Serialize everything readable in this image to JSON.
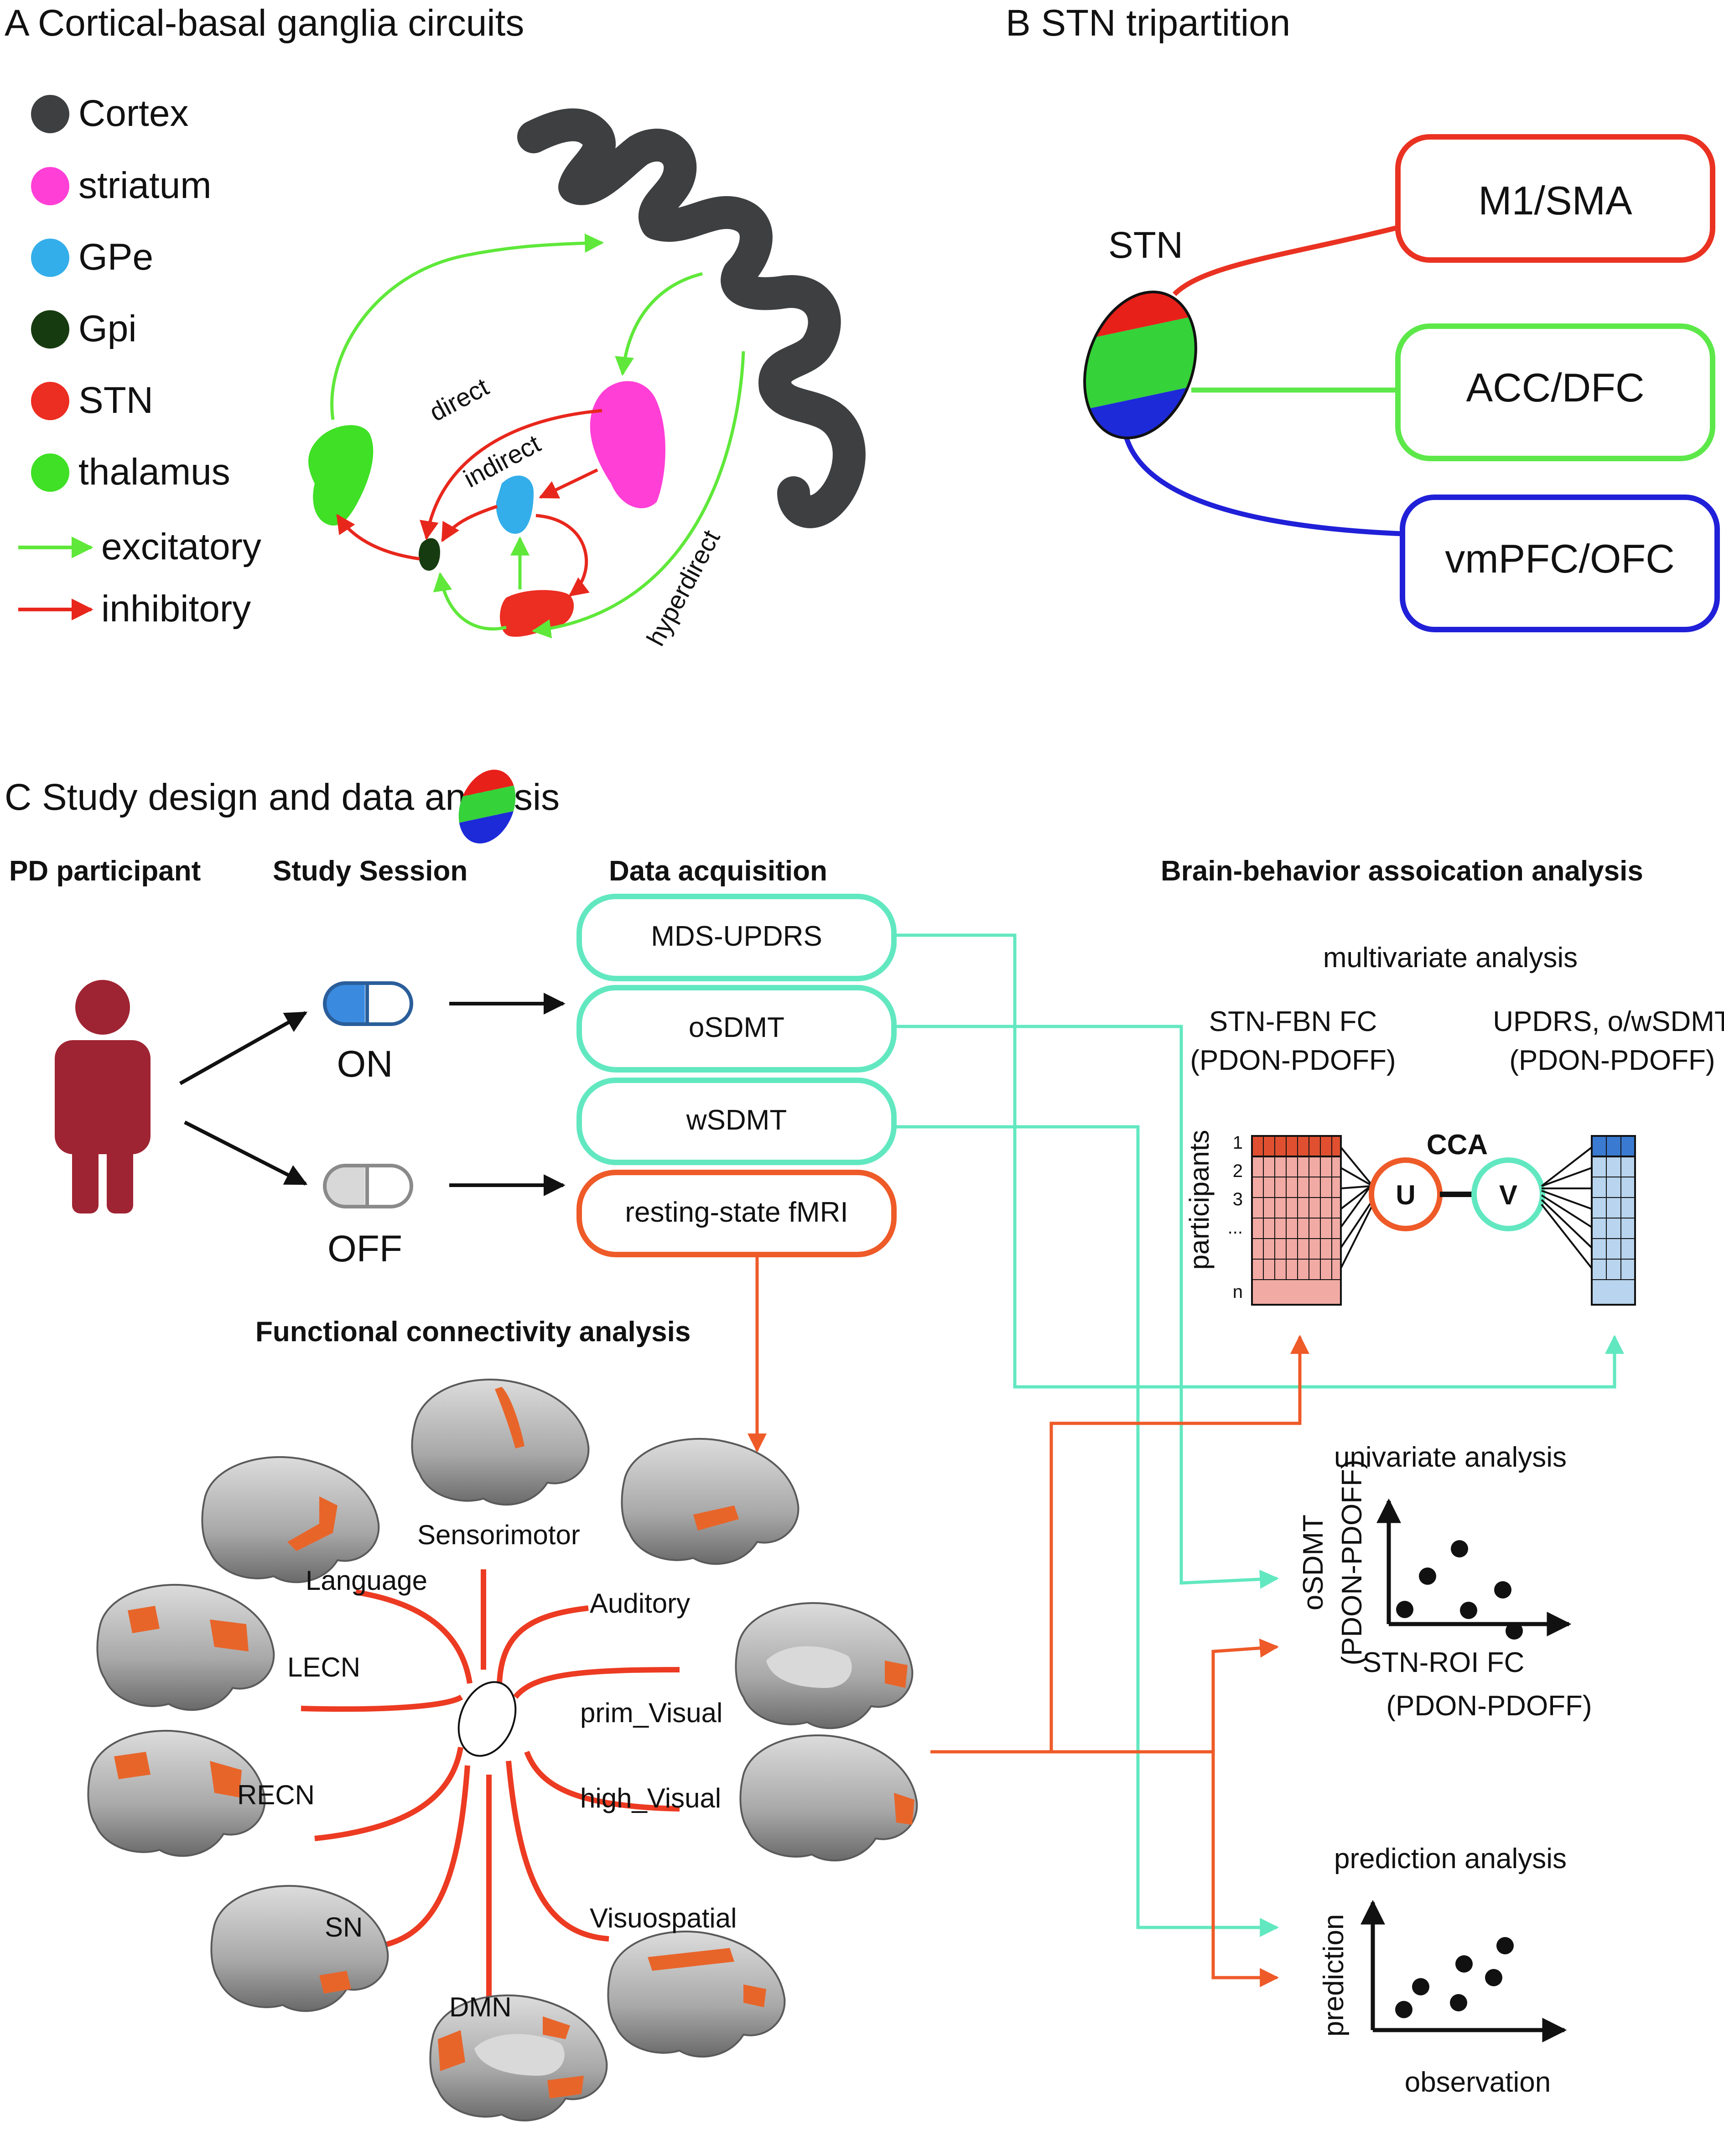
{
  "colors": {
    "cortex": "#3d3f40",
    "striatum": "#ff3fd6",
    "gpe": "#33aeea",
    "gpi": "#173b10",
    "stn": "#ec2d21",
    "thalamus": "#3fe025",
    "excitatory": "#5fe83a",
    "inhibitory": "#e8271c",
    "stn_red": "#e8201a",
    "stn_green": "#35d23a",
    "stn_blue": "#1d2ad8",
    "box_red": "#ea3222",
    "box_green": "#5de84a",
    "box_blue": "#2020d8",
    "teal": "#62e8c0",
    "orange": "#ee5a28",
    "person": "#9f2433",
    "pill_blue": "#3a8ae0",
    "pill_gray": "#d8d8d8",
    "brain": "#9a9a9a",
    "brain_highlight": "#e8652a",
    "matrix_left": "#f2aaa4",
    "matrix_left_top": "#e05030",
    "matrix_right": "#b8d4ee",
    "matrix_right_top": "#3a7ad0"
  },
  "panel_a": {
    "title": "A  Cortical-basal ganglia circuits",
    "legend": [
      {
        "label": "Cortex",
        "color": "#3d3f40"
      },
      {
        "label": "striatum",
        "color": "#ff3fd6"
      },
      {
        "label": "GPe",
        "color": "#33aeea"
      },
      {
        "label": "Gpi",
        "color": "#173b10"
      },
      {
        "label": "STN",
        "color": "#ec2d21"
      },
      {
        "label": "thalamus",
        "color": "#3fe025"
      }
    ],
    "arrow_legend": {
      "excitatory": "excitatory",
      "inhibitory": "inhibitory"
    },
    "pathways": {
      "direct": "direct",
      "indirect": "indirect",
      "hyperdirect": "hyperdirect"
    }
  },
  "panel_b": {
    "title": "B  STN tripartition",
    "stn_label": "STN",
    "targets": {
      "motor": "M1/SMA",
      "associative": "ACC/DFC",
      "limbic": "vmPFC/OFC"
    }
  },
  "panel_c": {
    "title": "C  Study design and data analysis",
    "headers": {
      "participant": "PD participant",
      "session": "Study Session",
      "acquisition": "Data acquisition",
      "association": "Brain-behavior assoication analysis"
    },
    "sessions": {
      "on": "ON",
      "off": "OFF"
    },
    "acquisition_items": {
      "updrs": "MDS-UPDRS",
      "osdmt": "oSDMT",
      "wsdmt": "wSDMT",
      "fmri": "resting-state fMRI"
    },
    "fc_title": "Functional connectivity analysis",
    "networks": {
      "sensorimotor": "Sensorimotor",
      "language": "Language",
      "auditory": "Auditory",
      "lecn": "LECN",
      "prim_visual": "prim_Visual",
      "recn": "RECN",
      "high_visual": "high_Visual",
      "sn": "SN",
      "visuospatial": "Visuospatial",
      "dmn": "DMN"
    },
    "multivariate": {
      "title": "multivariate analysis",
      "left_label_1": "STN-FBN FC",
      "left_label_2": "(PDON-PDOFF)",
      "right_label_1": "UPDRS, o/wSDMT",
      "right_label_2": "(PDON-PDOFF)",
      "rows": [
        "1",
        "2",
        "3",
        "...",
        "n"
      ],
      "participants": "participants",
      "cca": "CCA",
      "u": "U",
      "v": "V"
    },
    "univariate": {
      "title": "univariate analysis",
      "y1": "oSDMT",
      "y2": "(PDON-PDOFF)",
      "x1": "STN-ROI FC",
      "x2": "(PDON-PDOFF)"
    },
    "prediction": {
      "title": "prediction analysis",
      "y": "prediction",
      "x": "observation"
    }
  }
}
